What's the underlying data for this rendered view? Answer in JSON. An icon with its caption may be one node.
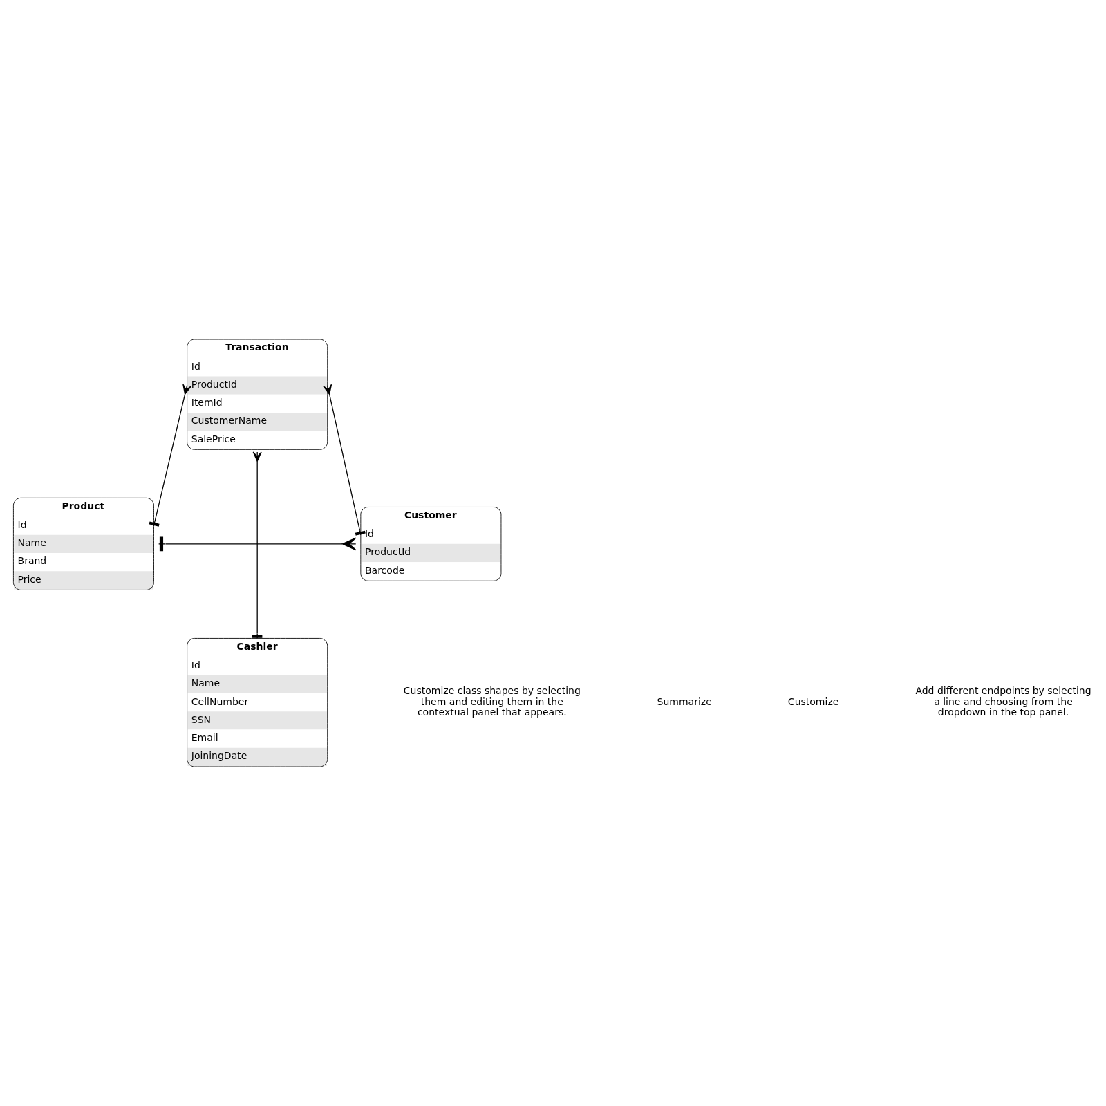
{
  "diagram": {
    "nodes": [
      {
        "text": [
          "Transaction",
          "Id",
          "ProductId",
          "ItemId",
          "CustomerName",
          "SalePrice"
        ]
      },
      {
        "text": [
          "Product",
          "Id",
          "Name",
          "Brand",
          "Price"
        ]
      },
      {
        "text": [
          "Customer",
          "Id",
          "ProductId",
          "Barcode"
        ]
      },
      {
        "text": [
          "Cashier",
          "Id",
          "Name",
          "CellNumber",
          "SSN",
          "Email",
          "JoiningDate"
        ]
      }
    ],
    "edges": [
      {
        "from": 1,
        "to": 0,
        "arrow": "other"
      },
      {
        "from": 2,
        "to": 0,
        "arrow": "other"
      },
      {
        "from": 3,
        "to": 0,
        "arrow": "other"
      },
      {
        "from": 1,
        "to": 2,
        "arrow": "other"
      }
    ],
    "labels": [
      "Customize class shapes by selecting them and editing them in the contextual panel that appears.",
      "Summarize",
      "Customize",
      "Add different endpoints by selecting a line and choosing from the dropdown in the top panel."
    ]
  }
}
